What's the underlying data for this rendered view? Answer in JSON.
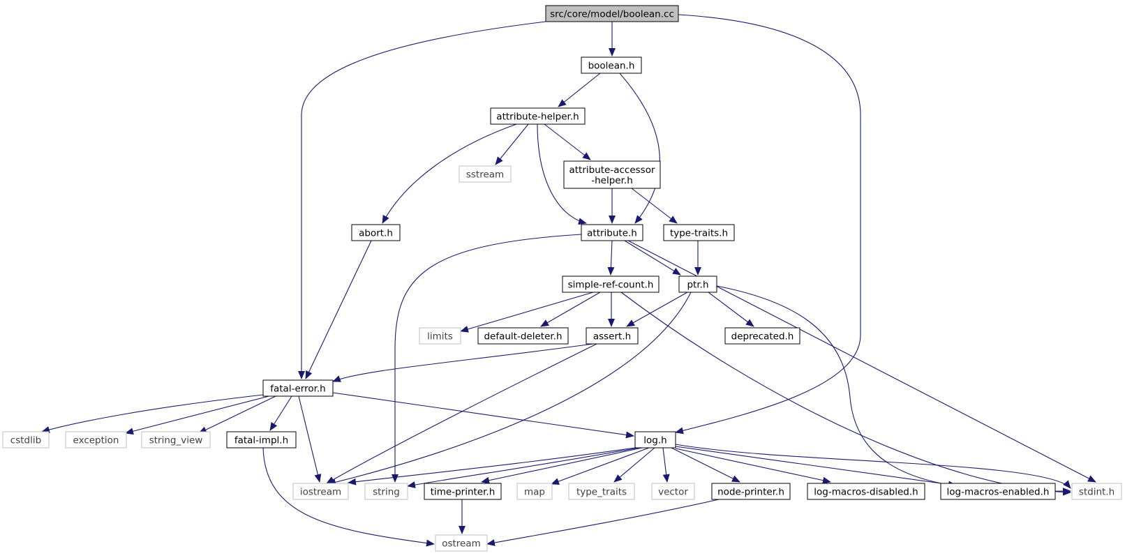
{
  "colors": {
    "edge": "#191970",
    "node_border": "#000000",
    "external_border": "#bfbfbf",
    "root_fill": "#bfbfbf",
    "node_fill": "#ffffff"
  },
  "nodes": [
    {
      "id": "root",
      "label": "src/core/model/boolean.cc",
      "kind": "root"
    },
    {
      "id": "boolean_h",
      "label": "boolean.h",
      "kind": "header"
    },
    {
      "id": "attribute_helper_h",
      "label": "attribute-helper.h",
      "kind": "header"
    },
    {
      "id": "sstream",
      "label": "sstream",
      "kind": "external"
    },
    {
      "id": "attribute_accessor_helper_h",
      "label": [
        "attribute-accessor",
        "-helper.h"
      ],
      "kind": "header"
    },
    {
      "id": "abort_h",
      "label": "abort.h",
      "kind": "header"
    },
    {
      "id": "attribute_h",
      "label": "attribute.h",
      "kind": "header"
    },
    {
      "id": "type_traits_h",
      "label": "type-traits.h",
      "kind": "header"
    },
    {
      "id": "simple_ref_count_h",
      "label": "simple-ref-count.h",
      "kind": "header"
    },
    {
      "id": "ptr_h",
      "label": "ptr.h",
      "kind": "header"
    },
    {
      "id": "limits",
      "label": "limits",
      "kind": "external"
    },
    {
      "id": "default_deleter_h",
      "label": "default-deleter.h",
      "kind": "header"
    },
    {
      "id": "assert_h",
      "label": "assert.h",
      "kind": "header"
    },
    {
      "id": "deprecated_h",
      "label": "deprecated.h",
      "kind": "header"
    },
    {
      "id": "fatal_error_h",
      "label": "fatal-error.h",
      "kind": "header"
    },
    {
      "id": "cstdlib",
      "label": "cstdlib",
      "kind": "external"
    },
    {
      "id": "exception",
      "label": "exception",
      "kind": "external"
    },
    {
      "id": "string_view",
      "label": "string_view",
      "kind": "external"
    },
    {
      "id": "fatal_impl_h",
      "label": "fatal-impl.h",
      "kind": "header"
    },
    {
      "id": "log_h",
      "label": "log.h",
      "kind": "header"
    },
    {
      "id": "iostream",
      "label": "iostream",
      "kind": "external"
    },
    {
      "id": "string",
      "label": "string",
      "kind": "external"
    },
    {
      "id": "time_printer_h",
      "label": "time-printer.h",
      "kind": "header"
    },
    {
      "id": "map",
      "label": "map",
      "kind": "external"
    },
    {
      "id": "type_traits",
      "label": "type_traits",
      "kind": "external"
    },
    {
      "id": "vector",
      "label": "vector",
      "kind": "external"
    },
    {
      "id": "node_printer_h",
      "label": "node-printer.h",
      "kind": "header"
    },
    {
      "id": "log_macros_disabled_h",
      "label": "log-macros-disabled.h",
      "kind": "header"
    },
    {
      "id": "log_macros_enabled_h",
      "label": "log-macros-enabled.h",
      "kind": "header"
    },
    {
      "id": "stdint_h",
      "label": "stdint.h",
      "kind": "external"
    },
    {
      "id": "ostream",
      "label": "ostream",
      "kind": "external"
    }
  ],
  "edges": [
    {
      "from": "root",
      "to": "boolean_h"
    },
    {
      "from": "root",
      "to": "fatal_error_h"
    },
    {
      "from": "root",
      "to": "log_h"
    },
    {
      "from": "boolean_h",
      "to": "attribute_helper_h"
    },
    {
      "from": "boolean_h",
      "to": "attribute_h"
    },
    {
      "from": "attribute_helper_h",
      "to": "sstream"
    },
    {
      "from": "attribute_helper_h",
      "to": "attribute_accessor_helper_h"
    },
    {
      "from": "attribute_helper_h",
      "to": "abort_h"
    },
    {
      "from": "attribute_helper_h",
      "to": "attribute_h"
    },
    {
      "from": "attribute_accessor_helper_h",
      "to": "attribute_h"
    },
    {
      "from": "attribute_accessor_helper_h",
      "to": "type_traits_h"
    },
    {
      "from": "abort_h",
      "to": "fatal_error_h"
    },
    {
      "from": "attribute_h",
      "to": "string"
    },
    {
      "from": "attribute_h",
      "to": "simple_ref_count_h"
    },
    {
      "from": "attribute_h",
      "to": "ptr_h"
    },
    {
      "from": "attribute_h",
      "to": "stdint_h"
    },
    {
      "from": "type_traits_h",
      "to": "ptr_h"
    },
    {
      "from": "simple_ref_count_h",
      "to": "limits"
    },
    {
      "from": "simple_ref_count_h",
      "to": "default_deleter_h"
    },
    {
      "from": "simple_ref_count_h",
      "to": "assert_h"
    },
    {
      "from": "simple_ref_count_h",
      "to": "stdint_h"
    },
    {
      "from": "ptr_h",
      "to": "assert_h"
    },
    {
      "from": "ptr_h",
      "to": "deprecated_h"
    },
    {
      "from": "ptr_h",
      "to": "iostream"
    },
    {
      "from": "ptr_h",
      "to": "stdint_h"
    },
    {
      "from": "assert_h",
      "to": "fatal_error_h"
    },
    {
      "from": "assert_h",
      "to": "iostream"
    },
    {
      "from": "fatal_error_h",
      "to": "cstdlib"
    },
    {
      "from": "fatal_error_h",
      "to": "exception"
    },
    {
      "from": "fatal_error_h",
      "to": "string_view"
    },
    {
      "from": "fatal_error_h",
      "to": "fatal_impl_h"
    },
    {
      "from": "fatal_error_h",
      "to": "iostream"
    },
    {
      "from": "fatal_error_h",
      "to": "log_h"
    },
    {
      "from": "fatal_impl_h",
      "to": "ostream"
    },
    {
      "from": "log_h",
      "to": "iostream"
    },
    {
      "from": "log_h",
      "to": "string"
    },
    {
      "from": "log_h",
      "to": "time_printer_h"
    },
    {
      "from": "log_h",
      "to": "map"
    },
    {
      "from": "log_h",
      "to": "type_traits"
    },
    {
      "from": "log_h",
      "to": "vector"
    },
    {
      "from": "log_h",
      "to": "node_printer_h"
    },
    {
      "from": "log_h",
      "to": "log_macros_disabled_h"
    },
    {
      "from": "log_h",
      "to": "log_macros_enabled_h"
    },
    {
      "from": "log_h",
      "to": "stdint_h"
    },
    {
      "from": "time_printer_h",
      "to": "ostream"
    },
    {
      "from": "node_printer_h",
      "to": "ostream"
    }
  ]
}
